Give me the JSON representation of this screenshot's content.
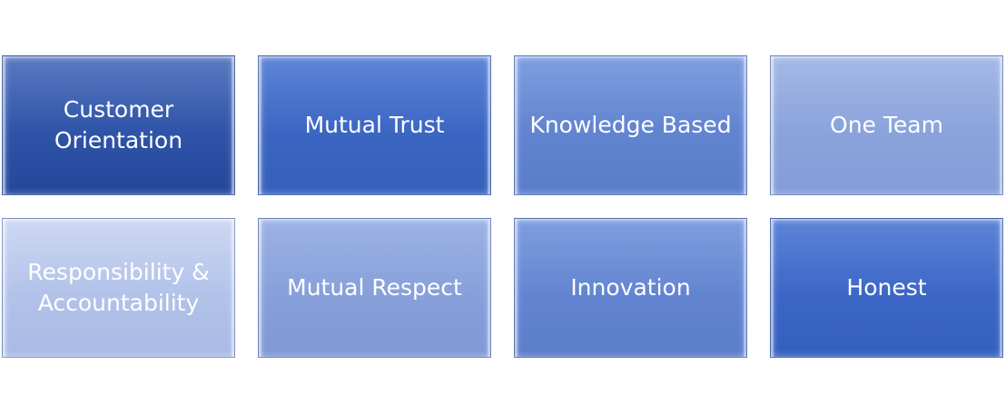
{
  "values": [
    {
      "label": "Customer\nOrientation",
      "shade": "#2f54a8"
    },
    {
      "label": "Mutual Trust",
      "shade": "#3b66c3"
    },
    {
      "label": "Knowledge Based",
      "shade": "#6184d0"
    },
    {
      "label": "One Team",
      "shade": "#8aa3db"
    },
    {
      "label": "Responsibility &\nAccountability",
      "shade": "#b2c2e9"
    },
    {
      "label": "Mutual Respect",
      "shade": "#87a0da"
    },
    {
      "label": "Innovation",
      "shade": "#6385d1"
    },
    {
      "label": "Honest",
      "shade": "#3c67c6"
    }
  ]
}
